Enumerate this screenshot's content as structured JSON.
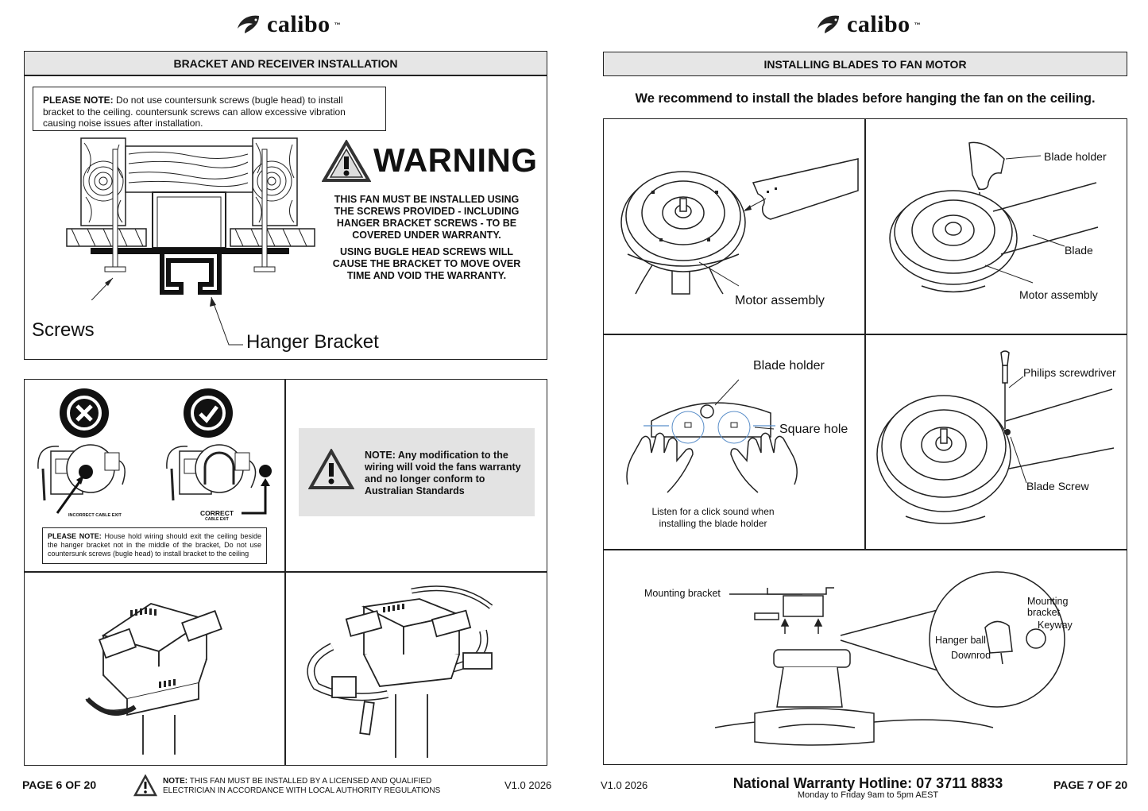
{
  "left_page": {
    "brand": "calibo",
    "brand_tm": "™",
    "section_title": "BRACKET AND RECEIVER INSTALLATION",
    "please_note_label": "PLEASE NOTE:",
    "please_note_text": "Do not use countersunk screws (bugle head) to install bracket to the ceiling. countersunk screws can allow excessive vibration causing noise issues after installation.",
    "warning_title": "WARNING",
    "warning_para1": "THIS FAN MUST BE INSTALLED USING THE SCREWS PROVIDED - INCLUDING HANGER BRACKET SCREWS - TO BE COVERED UNDER WARRANTY.",
    "warning_para2": "USING BUGLE HEAD SCREWS WILL CAUSE THE BRACKET TO MOVE OVER TIME AND VOID THE WARRANTY.",
    "label_screws": "Screws",
    "label_hanger_bracket": "Hanger Bracket",
    "incorrect_label": "INCORRECT CABLE EXIT",
    "correct_label": "CORRECT",
    "correct_sub": "CABLE EXIT",
    "wiring_note_label": "PLEASE NOTE:",
    "wiring_note_text": "House hold wiring should exit the ceiling beside the hanger bracket not in the middle of the bracket, Do not use countersunk screws (bugle head) to install bracket to the ceiling",
    "mod_note": "NOTE: Any modification to the wiring will void the fans warranty and no longer conform to Australian Standards",
    "footer_page": "PAGE 6 OF 20",
    "footer_note_label": "NOTE:",
    "footer_note_text": "THIS FAN MUST BE INSTALLED BY A LICENSED AND QUALIFIED ELECTRICIAN IN ACCORDANCE WITH LOCAL AUTHORITY REGULATIONS",
    "footer_version": "V1.0 2026"
  },
  "right_page": {
    "brand": "calibo",
    "brand_tm": "™",
    "section_title": "INSTALLING BLADES TO FAN MOTOR",
    "recommend": "We recommend to install the blades before hanging the fan on the ceiling.",
    "label_motor_assembly_1": "Motor assembly",
    "label_blade_holder_1": "Blade holder",
    "label_blade": "Blade",
    "label_motor_assembly_2": "Motor assembly",
    "label_blade_holder_2": "Blade holder",
    "label_square_hole": "Square hole",
    "click_note_1": "Listen for a click sound when",
    "click_note_2": "installing the blade holder",
    "label_philips": "Philips screwdriver",
    "label_blade_screw": "Blade Screw",
    "label_mounting_bracket": "Mounting bracket",
    "label_mounting_bracket_zoom_1": "Mounting",
    "label_mounting_bracket_zoom_2": "bracket",
    "label_keyway": "Keyway",
    "label_hanger_ball": "Hanger ball",
    "label_downrod": "Downrod",
    "footer_version": "V1.0 2026",
    "hotline": "National Warranty Hotline: 07 3711 8833",
    "hours": "Monday to Friday 9am to 5pm AEST",
    "footer_page": "PAGE 7 OF 20"
  }
}
